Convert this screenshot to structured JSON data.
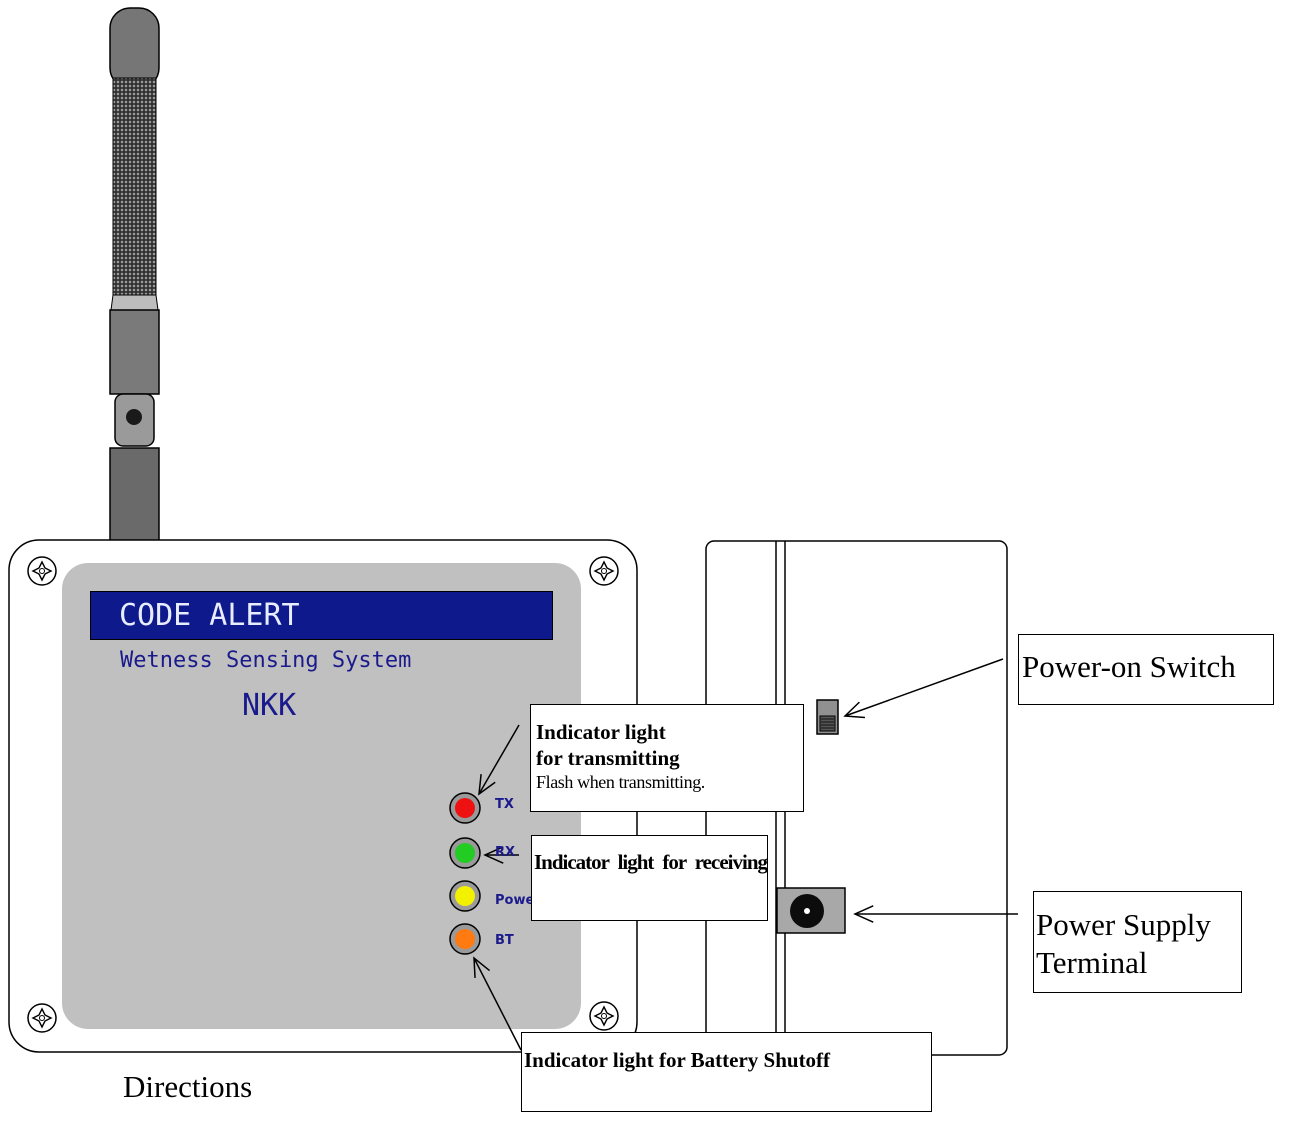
{
  "device": {
    "brand": "CODE ALERT",
    "subtitle": "Wetness Sensing System",
    "maker": "NKK",
    "leds": [
      {
        "label": "TX",
        "color": "#ee1111"
      },
      {
        "label": "RX",
        "color": "#22cc22"
      },
      {
        "label": "Powe",
        "color": "#f2f200"
      },
      {
        "label": "BT",
        "color": "#ff7a10"
      }
    ]
  },
  "callouts": {
    "tx": {
      "title_line1": "Indicator light",
      "title_line2": "for transmitting",
      "note": "Flash when transmitting."
    },
    "rx": {
      "text": "Indicator light for receiving"
    },
    "bt": {
      "text": "Indicator light for Battery Shutoff"
    },
    "switch": {
      "text": "Power-on Switch"
    },
    "power": {
      "line1": "Power Supply",
      "line2": "Terminal"
    }
  },
  "caption": "Directions",
  "colors": {
    "panel": "#c0c0c0",
    "antenna": "#707070",
    "brand_bar": "#0e1a8c",
    "label_text": "#1a1a8c"
  }
}
